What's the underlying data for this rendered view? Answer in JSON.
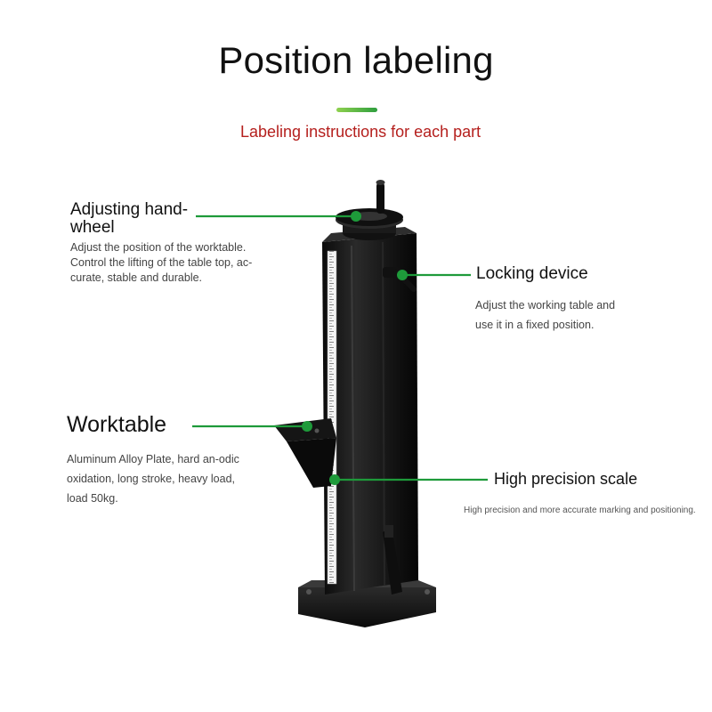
{
  "title": "Position labeling",
  "subtitle": "Labeling instructions for each part",
  "accent_color": "#1e9a3a",
  "subtitle_color": "#b5201e",
  "callouts": {
    "handwheel": {
      "title": "Adjusting hand-wheel",
      "description": "Adjust the position of the worktable. Control the lifting of the table top, ac-curate, stable and durable."
    },
    "locking": {
      "title": "Locking device",
      "description": "Adjust the working table and use it in a fixed position."
    },
    "worktable": {
      "title": "Worktable",
      "description": "Aluminum Alloy Plate, hard an-odic oxidation, long stroke, heavy load, load 50kg."
    },
    "scale": {
      "title": "High precision scale",
      "description": "High precision and more accurate marking and positioning."
    }
  }
}
